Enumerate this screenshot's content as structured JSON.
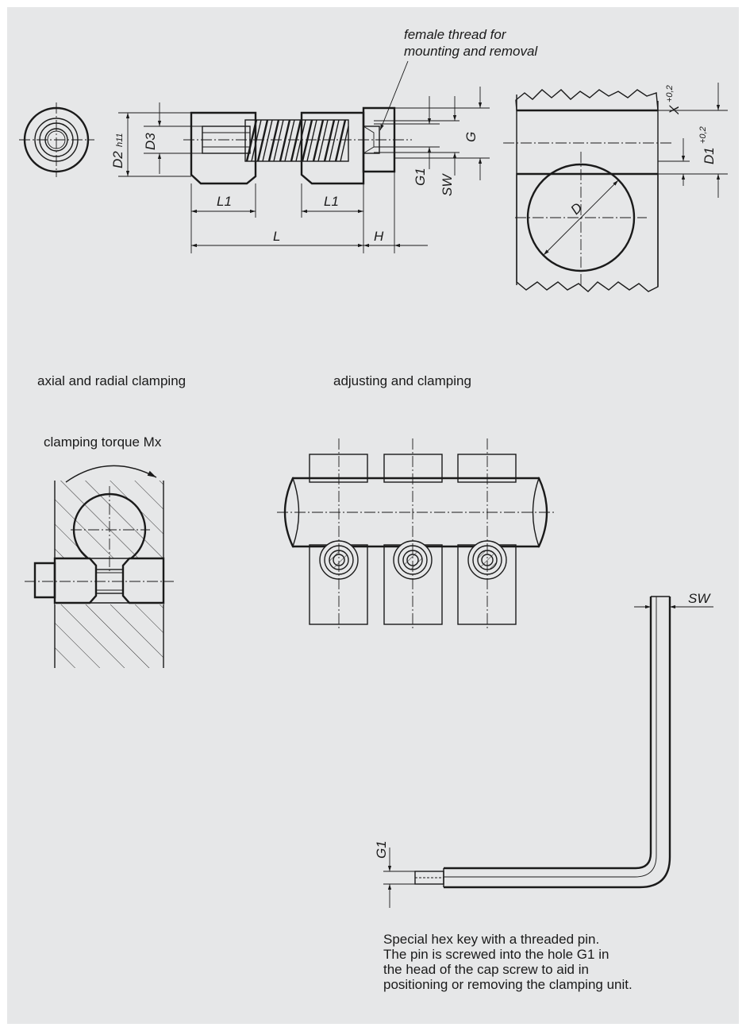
{
  "annotations": {
    "female_thread_line1": "female thread for",
    "female_thread_line2": "mounting and removal"
  },
  "dimensions": {
    "D2": "D2",
    "h11": "h11",
    "D3": "D3",
    "L1_left": "L1",
    "L1_right": "L1",
    "L": "L",
    "H": "H",
    "G": "G",
    "G1": "G1",
    "SW": "SW",
    "X": "X",
    "X_tol": "+0,2",
    "D1": "D1",
    "D1_tol": "+0,2",
    "D": "D",
    "key_SW": "SW",
    "key_G1": "G1"
  },
  "captions": {
    "axial_radial": "axial and radial clamping",
    "adjusting": "adjusting and clamping",
    "torque": "clamping torque Mx"
  },
  "hex_key_description": {
    "line1": "Special hex key with a threaded pin.",
    "line2": "The pin is screwed into the hole G1 in",
    "line3": "the head of the cap screw to aid in",
    "line4": "positioning or removing the clamping unit."
  }
}
